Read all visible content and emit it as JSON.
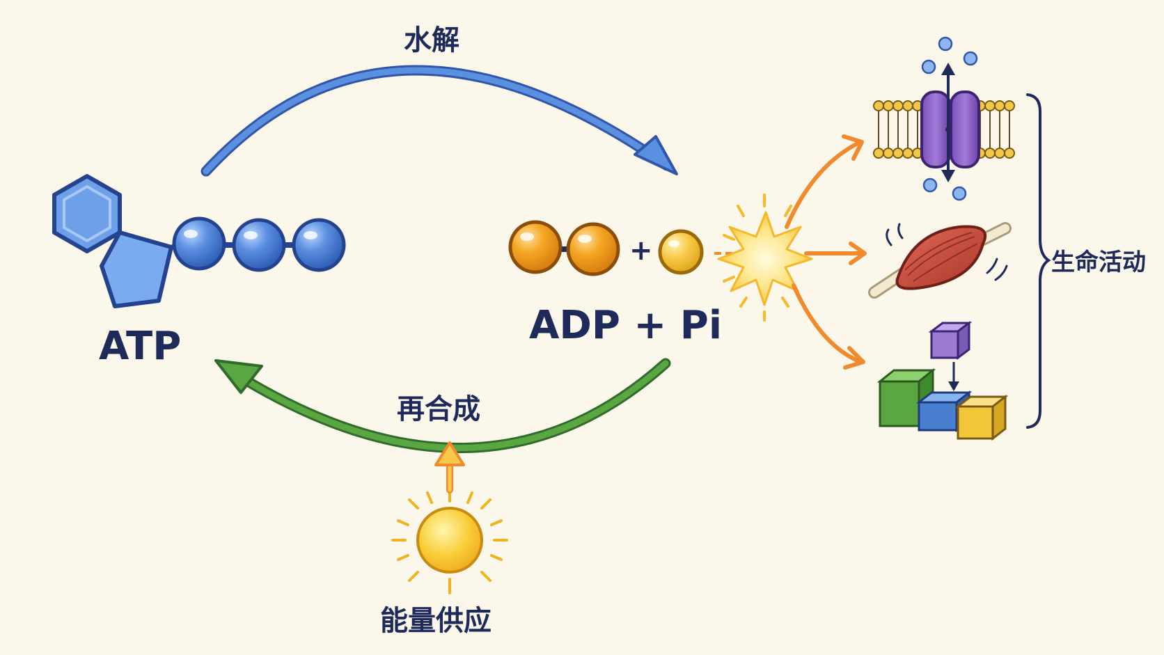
{
  "labels": {
    "hydrolysis": "水解",
    "resynthesis": "再合成",
    "atp": "ATP",
    "adp_pi": "ADP + Pi",
    "plus": "+",
    "energy_supply": "能量供应",
    "life_activities": "生命活动"
  },
  "colors": {
    "background": "#fbf7ea",
    "text": "#1e2a5a",
    "hydrolysis_arrow": "#4a78d0",
    "resynthesis_arrow": "#4f9a48",
    "energy_arrows": "#f08a2c",
    "atp_blue": "#5b8fe0",
    "adp_orange": "#f5a623",
    "pi_yellow": "#f7c948",
    "sun_yellow": "#f9cf3a",
    "membrane_protein": "#8b5fc4",
    "muscle_red": "#c9483b",
    "block_green": "#5aa640",
    "block_blue": "#4a7fd0",
    "block_yellow": "#f2c73a",
    "block_purple": "#9b7bd0"
  },
  "icons": [
    "atp-molecule-icon",
    "adp-molecule-icon",
    "phosphate-icon",
    "energy-burst-icon",
    "membrane-transport-icon",
    "muscle-icon",
    "building-blocks-icon",
    "sun-icon"
  ]
}
